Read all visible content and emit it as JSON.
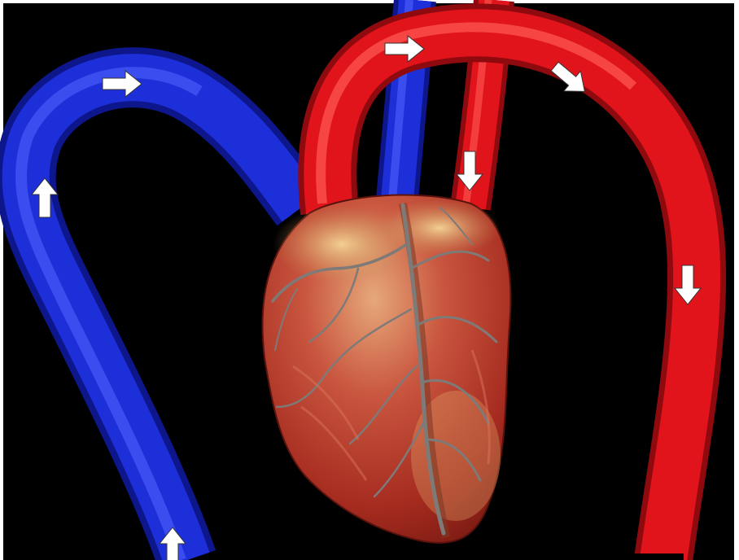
{
  "diagram": {
    "subject": "heart-circulation",
    "colors": {
      "background": "#000000",
      "frame": "#ffffff",
      "vein_blue": "#1c2fd8",
      "vein_blue_dark": "#0d168a",
      "vein_blue_light": "#4f63ff",
      "artery_red": "#e0141a",
      "artery_red_dark": "#8e0a0e",
      "artery_red_light": "#ff5a55",
      "heart_base": "#c8463a",
      "heart_muscle": "#a8261c",
      "heart_fat": "#e5b877",
      "vessel_vein_gray": "#7e7a78",
      "arrow": "#ffffff"
    },
    "vessels": [
      {
        "id": "systemic-vein-loop",
        "type": "vein",
        "color": "blue"
      },
      {
        "id": "superior-vena-cava",
        "type": "vein",
        "color": "blue"
      },
      {
        "id": "aortic-arch",
        "type": "artery",
        "color": "red"
      },
      {
        "id": "ascending-vessel",
        "type": "artery",
        "color": "red"
      },
      {
        "id": "descending-artery-loop",
        "type": "artery",
        "color": "red"
      }
    ],
    "arrows": [
      {
        "id": "blue-arrow-top",
        "direction": "right"
      },
      {
        "id": "blue-arrow-left",
        "direction": "up"
      },
      {
        "id": "blue-arrow-bottom",
        "direction": "up"
      },
      {
        "id": "red-arrow-top",
        "direction": "right"
      },
      {
        "id": "red-arrow-top-right",
        "direction": "down-right"
      },
      {
        "id": "red-arrow-right",
        "direction": "down"
      },
      {
        "id": "red-arrow-middle",
        "direction": "down"
      }
    ]
  }
}
